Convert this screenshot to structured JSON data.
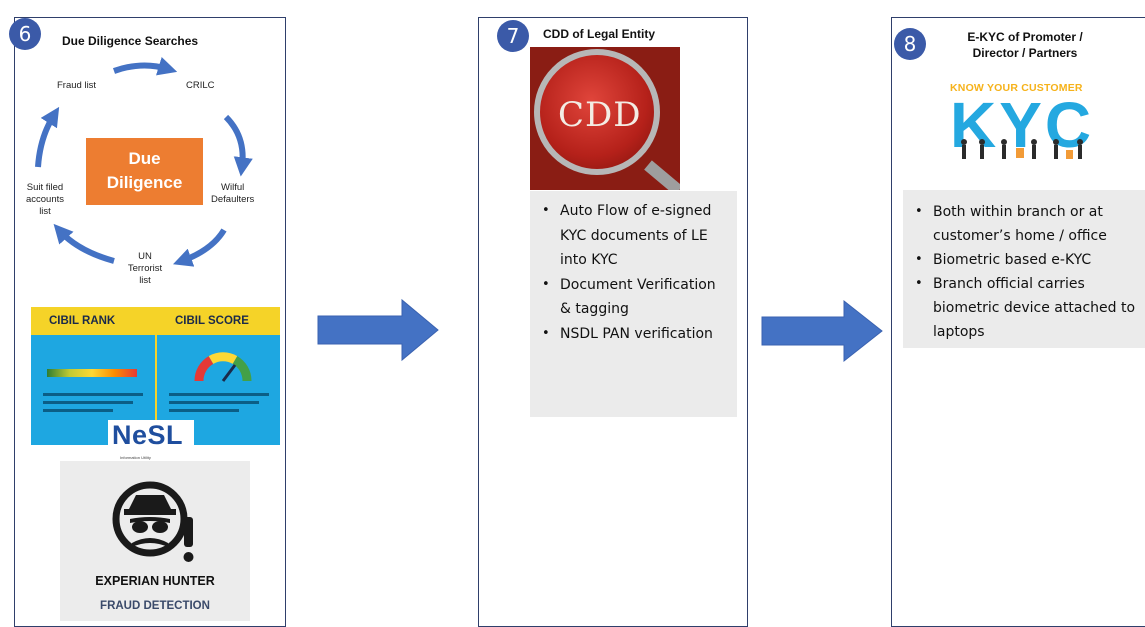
{
  "panels": [
    {
      "number": "6",
      "title": "Due Diligence Searches",
      "cycle": {
        "center_lines": [
          "Due",
          "Diligence"
        ],
        "nodes": {
          "fraud": "Fraud list",
          "crilc": "CRILC",
          "wilful_lines": [
            "Wilful",
            "Defaulters"
          ],
          "un_lines": [
            "UN",
            "Terrorist",
            "list"
          ],
          "suit_lines": [
            "Suit filed",
            "accounts",
            "list"
          ]
        }
      },
      "cibil": {
        "rank": "CIBIL RANK",
        "score": "CIBIL SCORE"
      },
      "nesl": {
        "logo": "NeSL",
        "tagline": "Information Utility"
      },
      "experian": {
        "line1": "EXPERIAN HUNTER",
        "line2": "FRAUD DETECTION"
      }
    },
    {
      "number": "7",
      "title": "CDD of Legal Entity",
      "image_text": "CDD",
      "bullets": [
        "Auto Flow of e-signed KYC documents of LE into  KYC",
        "Document Verification & tagging",
        "NSDL PAN verification"
      ]
    },
    {
      "number": "8",
      "title_lines": [
        "E-KYC of Promoter /",
        "Director / Partners"
      ],
      "kyc": {
        "caption": "KNOW YOUR CUSTOMER",
        "logo": "KYC"
      },
      "bullets": [
        "Both within branch or at customer’s home / office",
        "Biometric based e-KYC",
        "Branch official carries biometric device attached to laptops"
      ]
    }
  ],
  "colors": {
    "panel_border": "#2f3f6b",
    "badge": "#3b5aa8",
    "arrow": "#4472c4",
    "due_diligence_box": "#ed7d31",
    "bullet_bg": "#ebebeb",
    "cibil_header": "#f5d328",
    "cibil_body": "#1ea7e1"
  }
}
